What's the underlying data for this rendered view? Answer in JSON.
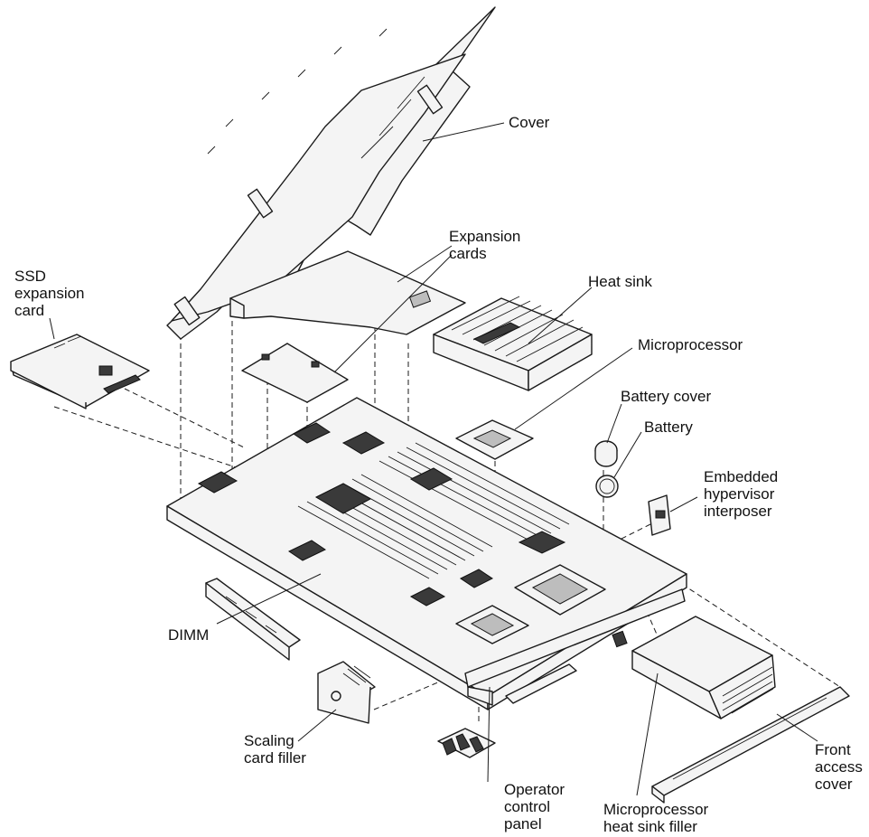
{
  "labels": {
    "cover": "Cover",
    "expansion_cards": [
      "Expansion",
      "cards"
    ],
    "ssd_expansion_card": [
      "SSD",
      "expansion",
      "card"
    ],
    "heat_sink": "Heat sink",
    "microprocessor": "Microprocessor",
    "battery_cover": "Battery cover",
    "battery": "Battery",
    "embedded_hypervisor_interposer": [
      "Embedded",
      "hypervisor",
      "interposer"
    ],
    "dimm": "DIMM",
    "scaling_card_filler": [
      "Scaling",
      "card filler"
    ],
    "operator_control_panel": [
      "Operator",
      "control",
      "panel"
    ],
    "microprocessor_heat_sink_filler": [
      "Microprocessor",
      "heat sink filler"
    ],
    "front_access_cover": [
      "Front",
      "access",
      "cover"
    ]
  },
  "colors": {
    "line": "#1a1a1a",
    "fill": "#f4f4f4",
    "dark": "#3a3a3a",
    "background": "#ffffff"
  }
}
